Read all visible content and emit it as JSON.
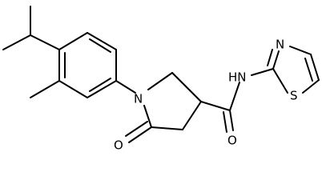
{
  "molecule": {
    "atom_labels": {
      "n_ring": "N",
      "o_carbonyl_ring": "O",
      "o_amide": "O",
      "nh_amide": "HN",
      "n_thiazole": "N",
      "s_thiazole": "S"
    },
    "colors": {
      "bond": "#000000",
      "label": "#000000",
      "background": "#ffffff"
    }
  }
}
